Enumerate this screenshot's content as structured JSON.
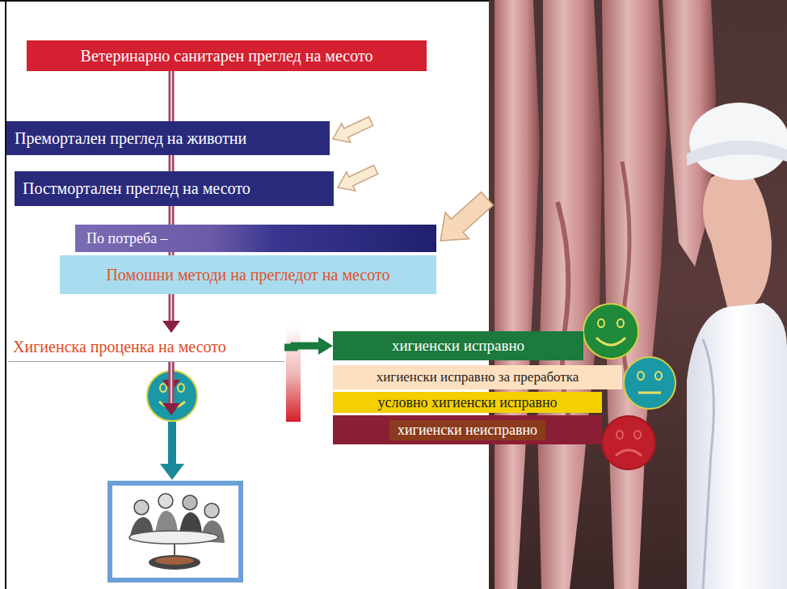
{
  "diagram": {
    "nodes": [
      {
        "text": [
          "Ветеринарно санитарен преглед на месото"
        ]
      },
      {
        "text": [
          "Премортален преглед на животни"
        ]
      },
      {
        "text": [
          "Постмортален преглед на месото"
        ]
      },
      {
        "text": [
          "По потреба –"
        ]
      },
      {
        "text": [
          "Помошни методи на прегледот на месото"
        ]
      },
      {
        "text": [
          "Хигиенска проценка на месото"
        ]
      },
      {
        "text": [
          "хигиенски исправно"
        ]
      },
      {
        "text": [
          "хигиенски исправно за преработка"
        ]
      },
      {
        "text": [
          "условно хигиенски исправно"
        ]
      },
      {
        "text": [
          "хигиенски неисправно"
        ]
      }
    ],
    "edges": [
      {
        "from": 0,
        "to": 1,
        "arrow": "none"
      },
      {
        "from": 1,
        "to": 2,
        "arrow": "none"
      },
      {
        "from": 2,
        "to": 3,
        "arrow": "none"
      },
      {
        "from": 3,
        "to": 4,
        "arrow": "none"
      },
      {
        "from": 4,
        "to": 5,
        "arrow": "to"
      },
      {
        "from": 5,
        "to": 6,
        "arrow": "to"
      },
      {
        "from": 5,
        "to": 7,
        "arrow": "to"
      },
      {
        "from": 5,
        "to": 8,
        "arrow": "to"
      },
      {
        "from": 5,
        "to": 9,
        "arrow": "to"
      }
    ]
  }
}
